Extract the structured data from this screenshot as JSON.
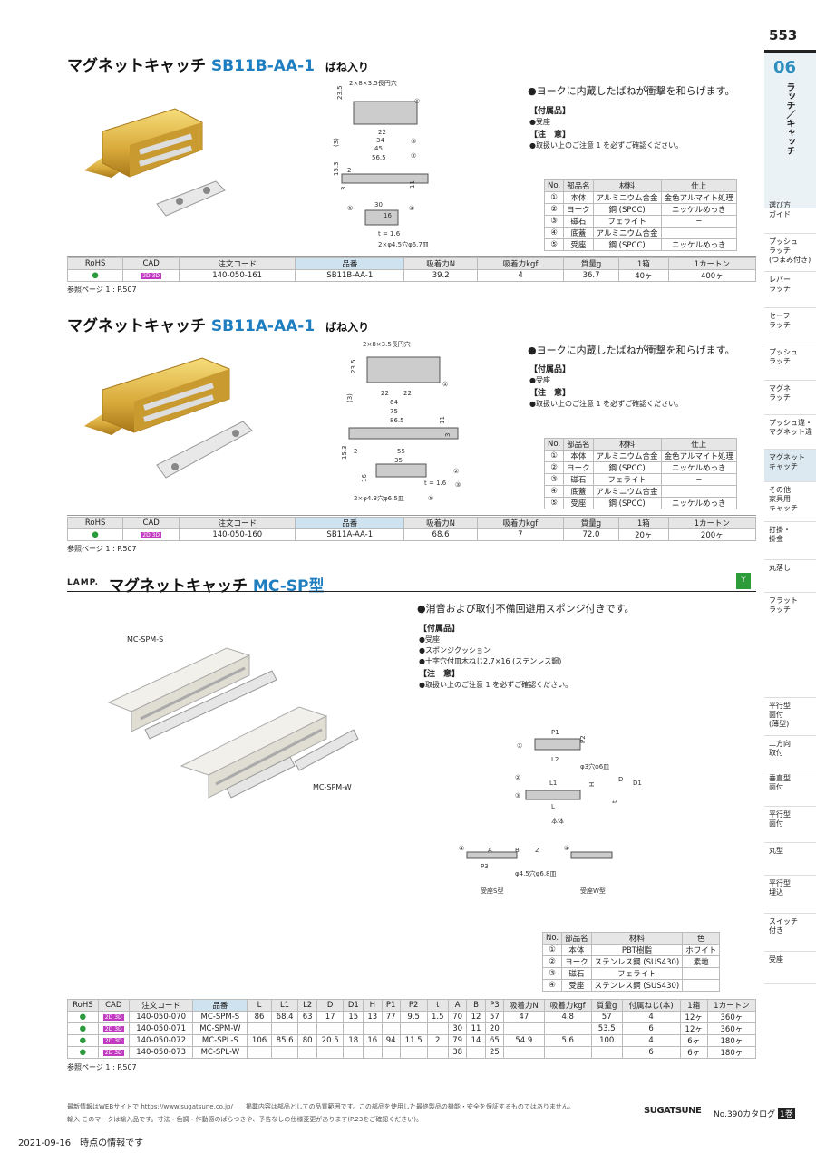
{
  "page_number": "553",
  "chapter": {
    "number": "06",
    "title": "ラッチ／キャッチ"
  },
  "side_nav": [
    "選び方\nガイド",
    "プッシュ\nラッチ\n(つまみ付き)",
    "レバー\nラッチ",
    "セーフ\nラッチ",
    "プッシュ\nラッチ",
    "マグネ\nラッチ",
    "プッシュ違・\nマグネット違",
    "マグネット\nキャッチ",
    "その他\n家具用\nキャッチ",
    "打掛・\n掛金",
    "丸落し",
    "フラット\nラッチ",
    "平行型\n面付\n(薄型)",
    "二方向\n取付",
    "垂直型\n面付",
    "平行型\n面付",
    "丸型",
    "平行型\n埋込",
    "スイッチ\n付き",
    "受座"
  ],
  "s1": {
    "title": "マグネットキャッチ",
    "code": "SB11B-AA-1",
    "sub": "ばね入り",
    "feature": "●ヨークに内蔵したばねが衝撃を和らげます。",
    "accessories_h": "【付属品】",
    "accessories": [
      "●受座"
    ],
    "caution_h": "【注　意】",
    "caution": "●取扱い上のご注意 1 を必ずご確認ください。",
    "dims": [
      "2×8×3.5長円穴",
      "23.5",
      "(3)",
      "22",
      "34",
      "45",
      "56.5",
      "15.3",
      "3",
      "11",
      "2",
      "30",
      "16",
      "t = 1.6",
      "2×φ4.5穴φ6.7皿",
      "①",
      "②",
      "③",
      "④",
      "⑤"
    ],
    "mat_head": [
      "No.",
      "部品名",
      "材料",
      "仕上"
    ],
    "mat_rows": [
      [
        "①",
        "本体",
        "アルミニウム合金",
        "金色アルマイト処理"
      ],
      [
        "②",
        "ヨーク",
        "鋼 (SPCC)",
        "ニッケルめっき"
      ],
      [
        "③",
        "磁石",
        "フェライト",
        "−"
      ],
      [
        "④",
        "底蓋",
        "アルミニウム合金",
        ""
      ],
      [
        "⑤",
        "受座",
        "鋼 (SPCC)",
        "ニッケルめっき"
      ]
    ],
    "spec_head": [
      "RoHS",
      "CAD",
      "注文コード",
      "品番",
      "吸着力N",
      "吸着力kgf",
      "質量g",
      "1箱",
      "1カートン"
    ],
    "spec_rows": [
      [
        "●",
        "2D 3D",
        "140-050-161",
        "SB11B-AA-1",
        "39.2",
        "4",
        "36.7",
        "40ヶ",
        "400ヶ"
      ]
    ],
    "ref": "参照ページ 1 : P.507"
  },
  "s2": {
    "title": "マグネットキャッチ",
    "code": "SB11A-AA-1",
    "sub": "ばね入り",
    "feature": "●ヨークに内蔵したばねが衝撃を和らげます。",
    "accessories_h": "【付属品】",
    "accessories": [
      "●受座"
    ],
    "caution_h": "【注　意】",
    "caution": "●取扱い上のご注意 1 を必ずご確認ください。",
    "dims": [
      "2×8×3.5長円穴",
      "23.5",
      "(3)",
      "22",
      "22",
      "64",
      "75",
      "86.5",
      "11",
      "3",
      "55",
      "35",
      "15.3",
      "2",
      "16",
      "t = 1.6",
      "2×φ4.3穴φ6.5皿",
      "①",
      "②",
      "③",
      "⑤"
    ],
    "mat_head": [
      "No.",
      "部品名",
      "材料",
      "仕上"
    ],
    "mat_rows": [
      [
        "①",
        "本体",
        "アルミニウム合金",
        "金色アルマイト処理"
      ],
      [
        "②",
        "ヨーク",
        "鋼 (SPCC)",
        "ニッケルめっき"
      ],
      [
        "③",
        "磁石",
        "フェライト",
        "−"
      ],
      [
        "④",
        "底蓋",
        "アルミニウム合金",
        ""
      ],
      [
        "⑤",
        "受座",
        "鋼 (SPCC)",
        "ニッケルめっき"
      ]
    ],
    "spec_head": [
      "RoHS",
      "CAD",
      "注文コード",
      "品番",
      "吸着力N",
      "吸着力kgf",
      "質量g",
      "1箱",
      "1カートン"
    ],
    "spec_rows": [
      [
        "●",
        "2D 3D",
        "140-050-160",
        "SB11A-AA-1",
        "68.6",
        "7",
        "72.0",
        "20ヶ",
        "200ヶ"
      ]
    ],
    "ref": "参照ページ 1 : P.507"
  },
  "s3": {
    "brand": "LAMP.",
    "title": "マグネットキャッチ",
    "code": "MC-SP型",
    "badge": "Y",
    "feature": "●消音および取付不備回避用スポンジ付きです。",
    "accessories_h": "【付属品】",
    "accessories": [
      "●受座",
      "●スポンジクッション",
      "●十字穴付皿木ねじ2.7×16 (ステンレス鋼)"
    ],
    "caution_h": "【注　意】",
    "caution": "●取扱い上のご注意 1 を必ずご確認ください。",
    "photo_labels": [
      "MC-SPM-S",
      "MC-SPM-W"
    ],
    "diag_labels": [
      "P1",
      "P2",
      "L2",
      "φ3穴φ6皿",
      "L1",
      "H",
      "D",
      "D1",
      "L",
      "t",
      "本体",
      "A",
      "B",
      "2",
      "P3",
      "φ4.5穴φ6.8皿",
      "受座S型",
      "受座W型",
      "①",
      "②",
      "③",
      "④",
      "④"
    ],
    "mat_head": [
      "No.",
      "部品名",
      "材料",
      "色"
    ],
    "mat_rows": [
      [
        "①",
        "本体",
        "PBT樹脂",
        "ホワイト"
      ],
      [
        "②",
        "ヨーク",
        "ステンレス鋼 (SUS430)",
        "素地"
      ],
      [
        "③",
        "磁石",
        "フェライト",
        ""
      ],
      [
        "④",
        "受座",
        "ステンレス鋼 (SUS430)",
        ""
      ]
    ],
    "spec_head": [
      "RoHS",
      "CAD",
      "注文コード",
      "品番",
      "L",
      "L1",
      "L2",
      "D",
      "D1",
      "H",
      "P1",
      "P2",
      "t",
      "A",
      "B",
      "P3",
      "吸着力N",
      "吸着力kgf",
      "質量g",
      "付属ねじ(本)",
      "1箱",
      "1カートン"
    ],
    "spec_rows": [
      [
        "●",
        "2D 3D",
        "140-050-070",
        "MC-SPM-S",
        "86",
        "68.4",
        "63",
        "17",
        "15",
        "13",
        "77",
        "9.5",
        "1.5",
        "70",
        "12",
        "57",
        "47",
        "4.8",
        "57",
        "4",
        "12ヶ",
        "360ヶ"
      ],
      [
        "●",
        "2D 3D",
        "140-050-071",
        "MC-SPM-W",
        "",
        "",
        "",
        "",
        "",
        "",
        "",
        "",
        "",
        "30",
        "11",
        "20",
        "",
        "",
        "53.5",
        "6",
        "12ヶ",
        "360ヶ"
      ],
      [
        "●",
        "2D 3D",
        "140-050-072",
        "MC-SPL-S",
        "106",
        "85.6",
        "80",
        "20.5",
        "18",
        "16",
        "94",
        "11.5",
        "2",
        "79",
        "14",
        "65",
        "54.9",
        "5.6",
        "100",
        "4",
        "6ヶ",
        "180ヶ"
      ],
      [
        "●",
        "2D 3D",
        "140-050-073",
        "MC-SPL-W",
        "",
        "",
        "",
        "",
        "",
        "",
        "",
        "",
        "",
        "38",
        "",
        "25",
        "",
        "",
        "",
        "6",
        "6ヶ",
        "180ヶ"
      ]
    ],
    "ref": "参照ページ 1 : P.507"
  },
  "footer": {
    "line1": "最新情報はWEBサイトで https://www.sugatsune.co.jp/　　掲載内容は部品としての品質範囲です。この部品を使用した最終製品の機能・安全を保証するものではありません。",
    "line2": "輸入 このマークは輸入品です。寸法・色調・作動感のばらつきや、予告なしの仕様変更があります(P.23をご確認ください)。",
    "brand": "SUGATSUNE",
    "catalog": "No.390カタログ",
    "volume": "1巻",
    "date": "2021-09-16　時点の情報です"
  }
}
